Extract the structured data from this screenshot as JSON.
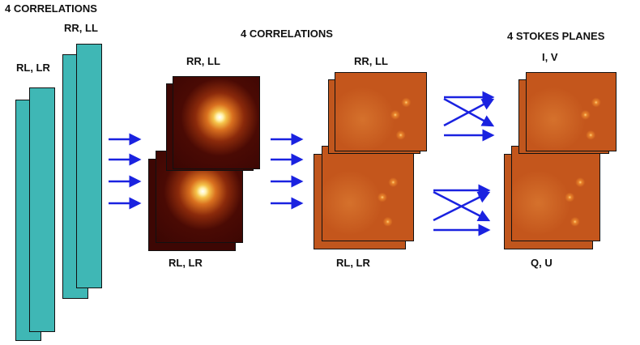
{
  "labels": {
    "top_left": "4  CORRELATIONS",
    "col1_rr_ll": "RR, LL",
    "col1_rl_lr": "RL, LR",
    "col2_rr_ll": "RR, LL",
    "col2_rl_lr": "RL, LR",
    "middle_title": "4 CORRELATIONS",
    "col3_rr_ll": "RR, LL",
    "col3_rl_lr": "RL, LR",
    "right_title": "4 STOKES PLANES",
    "col4_i_v": "I, V",
    "col4_q_u": "Q, U"
  },
  "colors": {
    "bar": "#3fb7b5",
    "arrow": "#1a22e0",
    "uv_plane": "#3a0603",
    "image_plane": "#c4561c"
  }
}
